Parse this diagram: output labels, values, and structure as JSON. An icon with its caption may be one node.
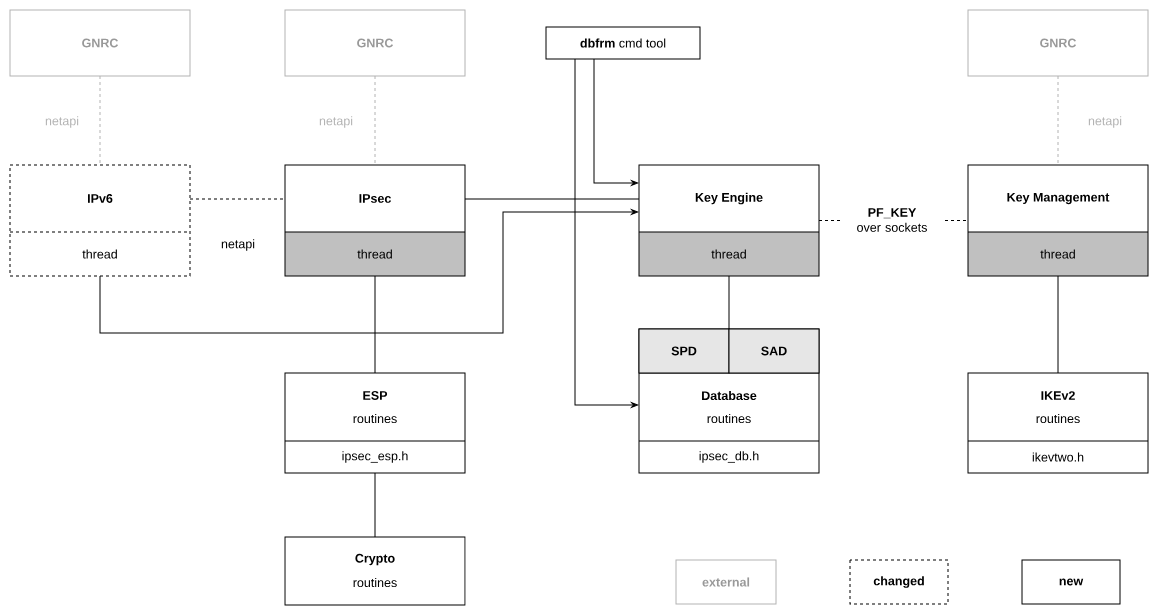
{
  "diagram": {
    "nodes": [
      {
        "text": [
          "GNRC"
        ]
      },
      {
        "text": [
          "GNRC"
        ]
      },
      {
        "text": [
          "**dbfrm** cmd tool"
        ]
      },
      {
        "text": [
          "GNRC"
        ]
      },
      {
        "text": [
          "IPv6",
          "thread"
        ]
      },
      {
        "text": [
          "IPsec",
          "thread"
        ]
      },
      {
        "text": [
          "Key Engine",
          "thread"
        ]
      },
      {
        "text": [
          "Key Management",
          "thread"
        ]
      },
      {
        "text": [
          "Database",
          "routines",
          "ipsec_db.h"
        ]
      },
      {
        "text": [
          "SPD"
        ],
        "in": 8
      },
      {
        "text": [
          "SAD"
        ],
        "in": 8
      },
      {
        "text": [
          "ESP",
          "routines",
          "ipsec_esp.h"
        ]
      },
      {
        "text": [
          "Crypto",
          "routines"
        ]
      },
      {
        "text": [
          "IKEv2",
          "routines",
          "ikevtwo.h"
        ]
      }
    ],
    "edges": [
      {
        "from": 0,
        "to": 4,
        "arrow": "none",
        "label": "netapi",
        "style": "dashed",
        "color": "#b3b3b3"
      },
      {
        "from": 1,
        "to": 5,
        "arrow": "none",
        "label": "netapi",
        "style": "dashed",
        "color": "#b3b3b3"
      },
      {
        "from": 3,
        "to": 7,
        "arrow": "none",
        "label": "netapi",
        "style": "dashed",
        "color": "#b3b3b3"
      },
      {
        "from": 4,
        "to": 5,
        "arrow": "none",
        "label": "netapi",
        "style": "dashed"
      },
      {
        "from": 5,
        "to": 6,
        "arrow": "none"
      },
      {
        "from": 4,
        "to": 6,
        "arrow": "to"
      },
      {
        "from": 5,
        "to": 11,
        "arrow": "none"
      },
      {
        "from": 2,
        "to": 6,
        "arrow": "to"
      },
      {
        "from": 2,
        "to": 8,
        "arrow": "to"
      },
      {
        "from": 6,
        "to": 7,
        "arrow": "none",
        "label": "**PF_KEY** over sockets",
        "style": "dashed"
      },
      {
        "from": 6,
        "to": 8,
        "arrow": "none"
      },
      {
        "from": 7,
        "to": 13,
        "arrow": "none"
      },
      {
        "from": 11,
        "to": 12,
        "arrow": "none"
      }
    ],
    "legend": [
      {
        "text": "external"
      },
      {
        "text": "changed"
      },
      {
        "text": "new"
      }
    ]
  }
}
